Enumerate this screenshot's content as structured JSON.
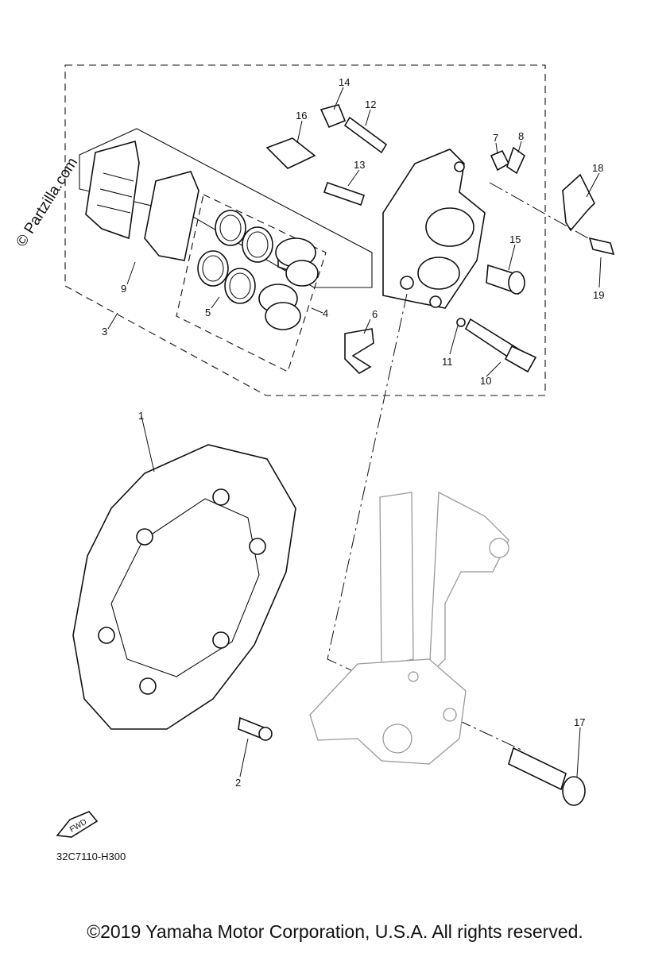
{
  "watermark": "© Partzilla.com",
  "diagram_code": "32C7110-H300",
  "fwd_label": "FWD",
  "copyright": "©2019 Yamaha Motor Corporation, U.S.A. All rights reserved.",
  "callouts": {
    "c1": "1",
    "c2": "2",
    "c3": "3",
    "c4": "4",
    "c5": "5",
    "c6": "6",
    "c7": "7",
    "c8": "8",
    "c9": "9",
    "c10": "10",
    "c11": "11",
    "c12": "12",
    "c13": "13",
    "c14": "14",
    "c15": "15",
    "c16": "16",
    "c17": "17",
    "c18": "18",
    "c19": "19"
  }
}
